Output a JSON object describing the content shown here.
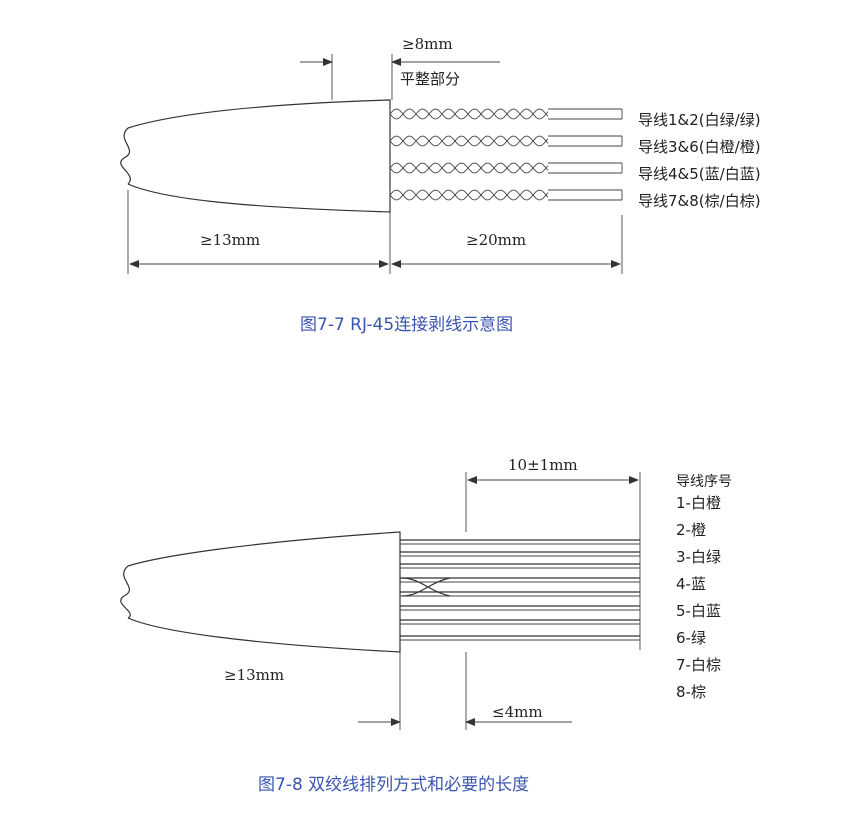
{
  "figure1": {
    "dim_top": "≥8mm",
    "flat_label": "平整部分",
    "wire_labels": [
      "导线1&2(白绿/绿)",
      "导线3&6(白橙/橙)",
      "导线4&5(蓝/白蓝)",
      "导线7&8(棕/白棕)"
    ],
    "dim_left": "≥13mm",
    "dim_right": "≥20mm",
    "caption": "图7-7  RJ-45连接剥线示意图"
  },
  "figure2": {
    "dim_top": "10±1mm",
    "legend_title": "导线序号",
    "wire_order": [
      "1-白橙",
      "2-橙",
      "3-白绿",
      "4-蓝",
      "5-白蓝",
      "6-绿",
      "7-白棕",
      "8-棕"
    ],
    "dim_left": "≥13mm",
    "dim_bottom": "≤4mm",
    "caption": "图7-8  双绞线排列方式和必要的长度"
  }
}
